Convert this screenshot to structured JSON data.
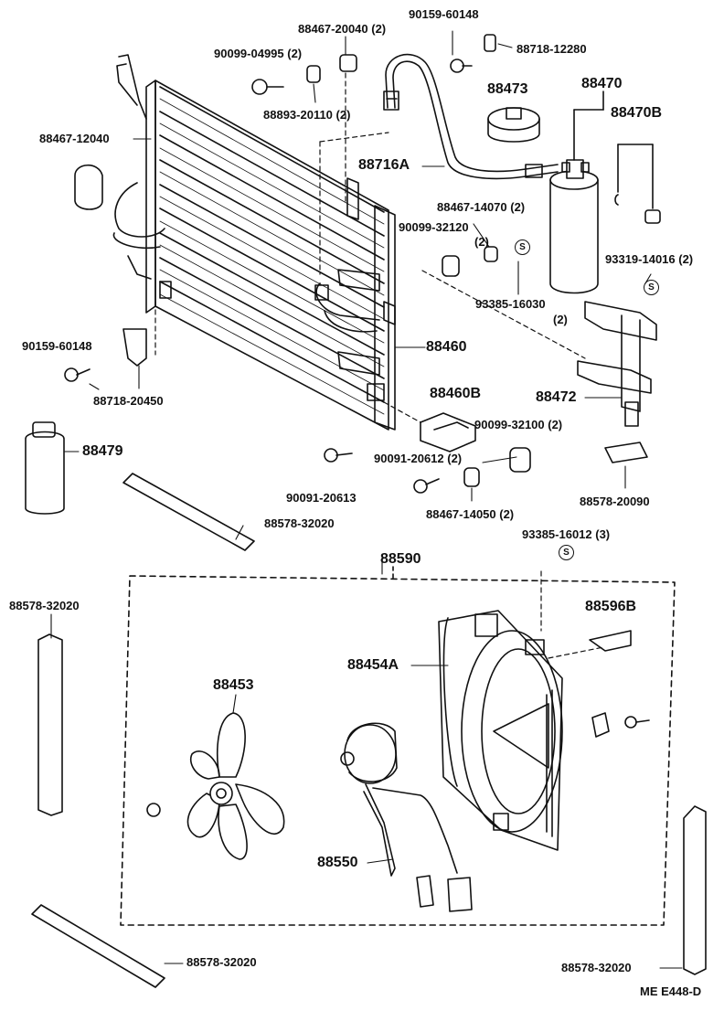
{
  "labels": {
    "p88467_20040": "88467-20040 (2)",
    "p90159_60148_top": "90159-60148",
    "p88718_12280": "88718-12280",
    "p90099_04995": "90099-04995 (2)",
    "p88473": "88473",
    "p88470": "88470",
    "p88893_20110": "88893-20110 (2)",
    "p88470b": "88470B",
    "p88467_12040": "88467-12040",
    "p88716a": "88716A",
    "p88467_14070": "88467-14070 (2)",
    "p90099_32120": "90099-32120",
    "p90099_32120_qty": "(2)",
    "p93319_14016": "93319-14016 (2)",
    "p93385_16030": "93385-16030",
    "p93385_16030_qty": "(2)",
    "p90159_60148_left": "90159-60148",
    "p88460": "88460",
    "p88718_20450": "88718-20450",
    "p88460b": "88460B",
    "p88472": "88472",
    "p90099_32100": "90099-32100 (2)",
    "p88479": "88479",
    "p90091_20612": "90091-20612 (2)",
    "p90091_20613": "90091-20613",
    "p88467_14050": "88467-14050 (2)",
    "p88578_20090": "88578-20090",
    "p88578_32020_a": "88578-32020",
    "p93385_16012": "93385-16012 (3)",
    "p88590": "88590",
    "p88578_32020_b": "88578-32020",
    "p88596b": "88596B",
    "p88454a": "88454A",
    "p88453": "88453",
    "p88550": "88550",
    "p88578_32020_c": "88578-32020",
    "p88578_32020_d": "88578-32020",
    "code": "ME E448-D"
  },
  "symbols": {
    "s_mark": "S"
  }
}
